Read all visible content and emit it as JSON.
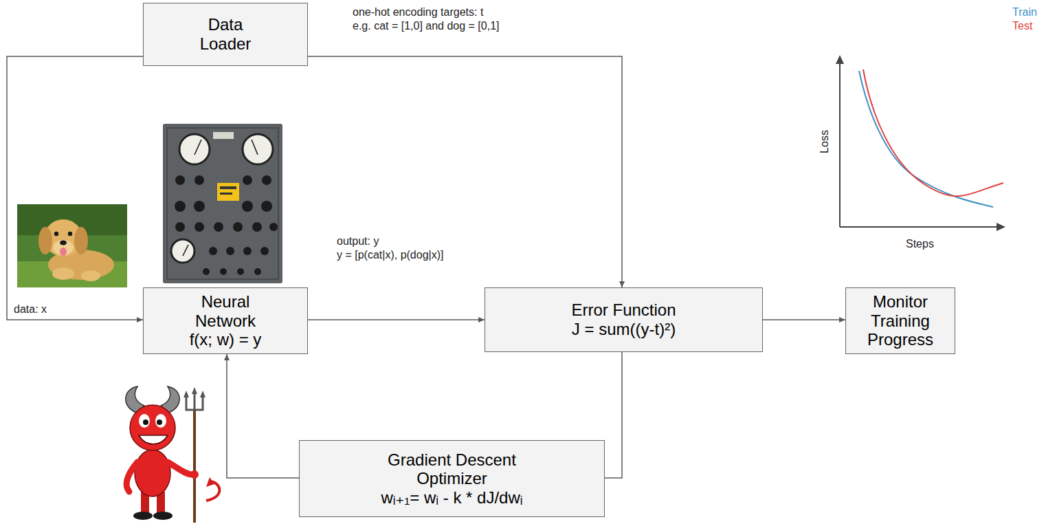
{
  "diagram": {
    "nodes": [
      {
        "text": [
          "Data Loader"
        ]
      },
      {
        "text": [
          "Neural Network",
          "f(x; w) = y"
        ]
      },
      {
        "text": [
          "Error Function",
          "J = sum((y-t)²)"
        ]
      },
      {
        "text": [
          "Monitor Training Progress"
        ]
      },
      {
        "text": [
          "Gradient Descent Optimizer",
          "wᵢ₊₁= wᵢ - k * dJ/dwᵢ"
        ]
      }
    ],
    "edges": [
      {
        "from": 0,
        "to": 1,
        "label": "data: x",
        "arrow": "to"
      },
      {
        "from": 0,
        "to": 2,
        "label": "one-hot encoding targets: t",
        "arrow": "to"
      },
      {
        "from": 1,
        "to": 2,
        "label": "output: y",
        "arrow": "to"
      },
      {
        "from": 2,
        "to": 3,
        "arrow": "to"
      },
      {
        "from": 2,
        "to": 4,
        "arrow": "none"
      },
      {
        "from": 4,
        "to": 1,
        "arrow": "to"
      }
    ],
    "labels": [
      "e.g. cat = [1,0] and dog = [0,1]",
      "y = [p(cat|x), p(dog|x)]",
      "Loss",
      "Steps"
    ],
    "legend": [
      {
        "text": "Train",
        "color": "#3d8fc6"
      },
      {
        "text": "Test",
        "color": "#e0413c"
      }
    ]
  }
}
